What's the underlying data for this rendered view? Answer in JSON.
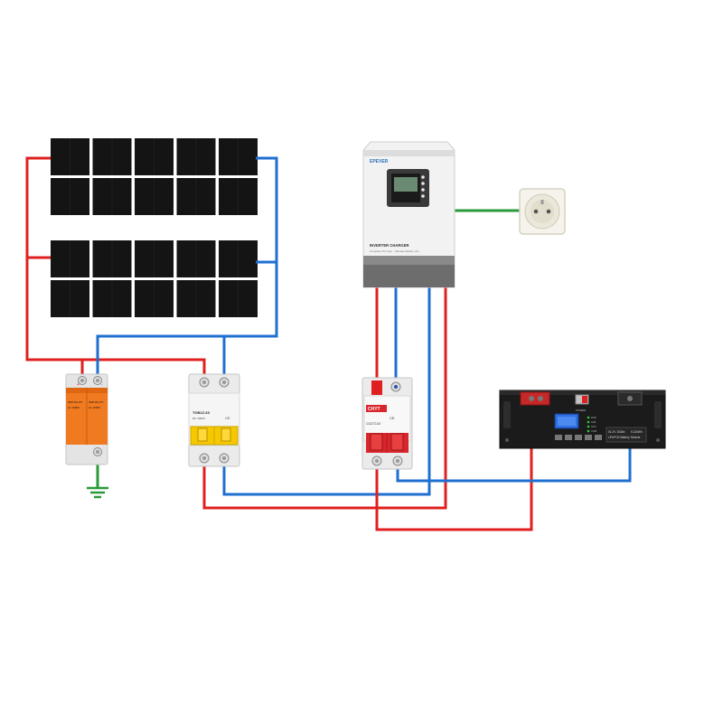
{
  "colors": {
    "positive_wire": "#e02020",
    "negative_wire": "#1f6fd1",
    "ac_wire": "#2a9a3a",
    "ground_wire": "#2a9a3a",
    "spd_orange": "#f07a1f",
    "breaker_red": "#d8262c",
    "breaker_yellow": "#f6c800",
    "panel_cell": "#141414",
    "battery_body": "#1b1b1b",
    "battery_screen": "#2f6fe0"
  },
  "inverter": {
    "brand_text": "EPEVER",
    "name_text": "INVERTER CHARGER",
    "sub_text": "Complete PV input · Ultimate Battery Lite"
  },
  "spd": {
    "top_labels": [
      "+",
      "-"
    ],
    "module_text": "SPD DC-PV",
    "module_spec": "Uc 1000V"
  },
  "pv_breaker": {
    "model_text": "TOB1Z-63",
    "spec_text": "DC 1000V",
    "ce_text": "CE"
  },
  "battery_breaker": {
    "brand_text": "CHYT",
    "model_text": "CDZ7Z-63",
    "ce_text": "CE"
  },
  "battery": {
    "power_label": "POWER",
    "indicator_labels": [
      "RUN",
      "ALM",
      "SOC",
      "COM"
    ],
    "spec_line1": "51.2V 100Ah",
    "spec_line2": "LiFePO4 Battery",
    "spec_line3": "5.12kWh",
    "spec_line4": "Module"
  },
  "outlet": {
    "icon": "socket-icon"
  },
  "ground": {
    "icon": "ground-icon"
  }
}
